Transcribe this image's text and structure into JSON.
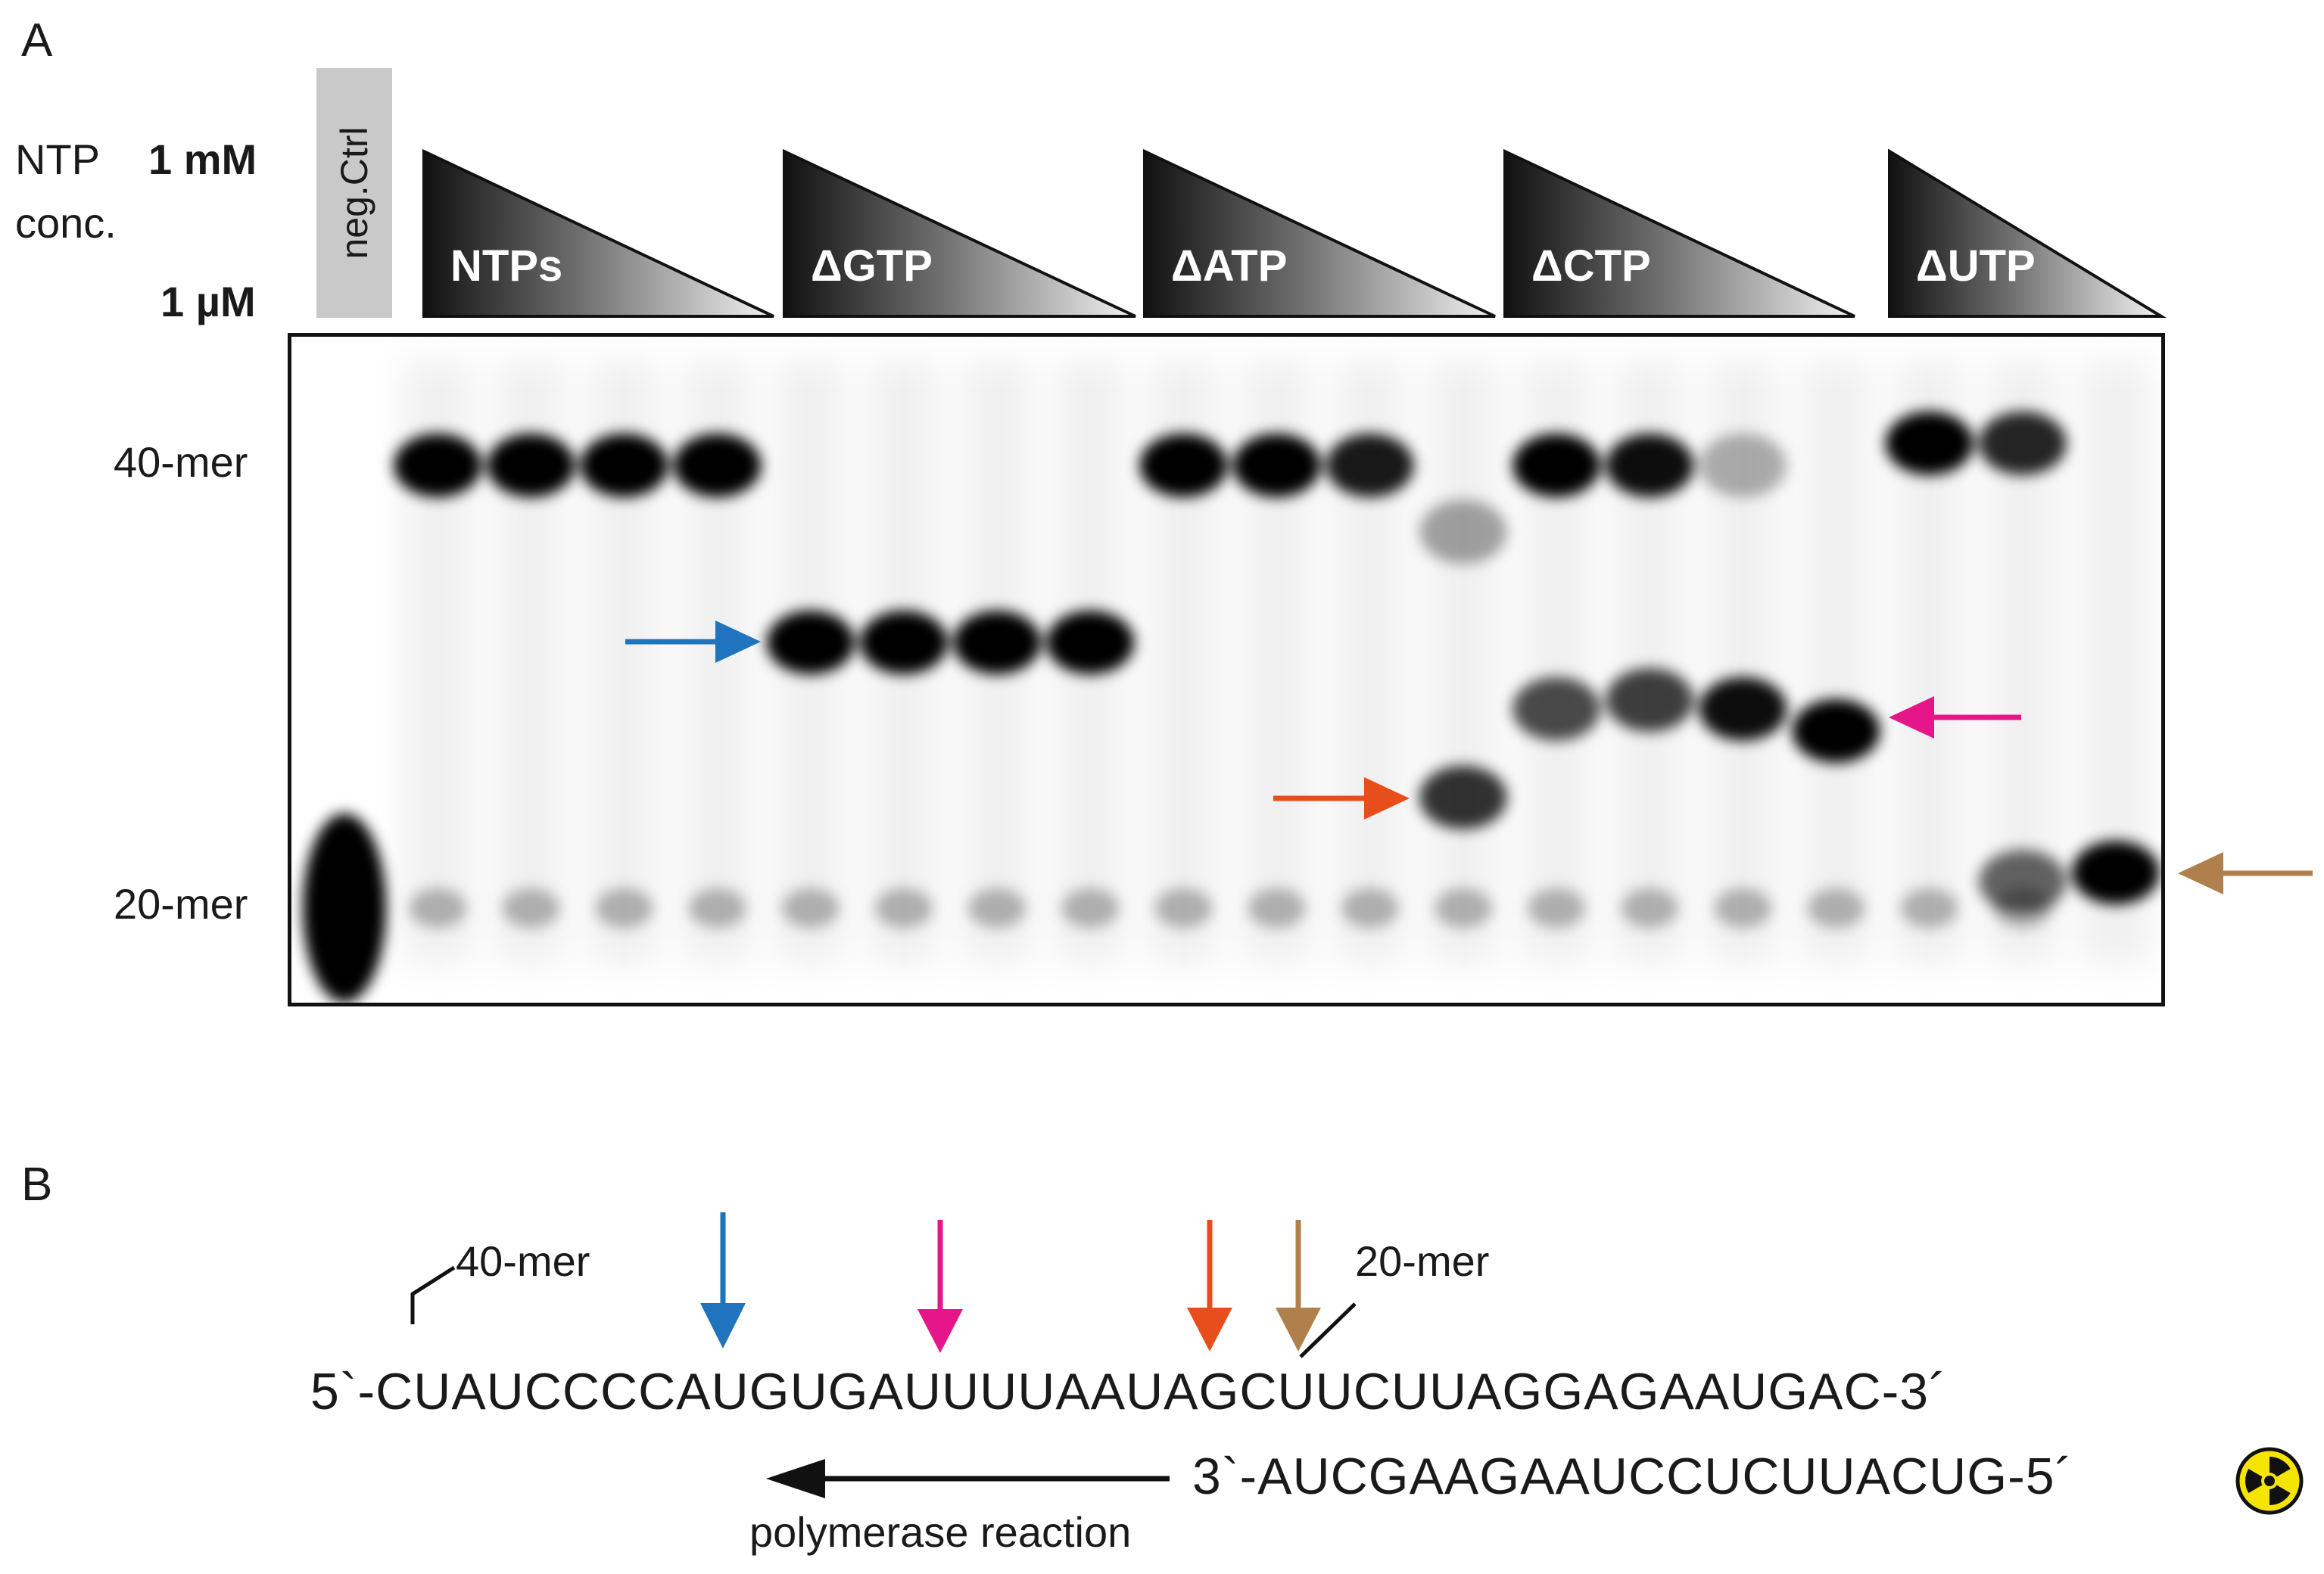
{
  "panels": {
    "a_label": "A",
    "b_label": "B"
  },
  "conc": {
    "label_line1": "NTP",
    "label_line2": "conc.",
    "high": "1 mM",
    "low": "1 µM"
  },
  "neg_ctrl_label": "neg.Ctrl",
  "conditions": [
    {
      "label": "NTPs"
    },
    {
      "label": "ΔGTP"
    },
    {
      "label": "ΔATP"
    },
    {
      "label": "ΔCTP"
    },
    {
      "label": "ΔUTP"
    }
  ],
  "markers": {
    "upper": "40-mer",
    "lower": "20-mer"
  },
  "colors": {
    "blue": "#1f74bd",
    "magenta": "#e5168a",
    "orange": "#e84e1b",
    "brown": "#b0804c"
  },
  "gel_bands": [
    {
      "lane": 0,
      "pos": 0.0,
      "intensity": 1.0,
      "big": true
    },
    {
      "lane": 1,
      "pos": 1.0,
      "intensity": 1.0
    },
    {
      "lane": 2,
      "pos": 1.0,
      "intensity": 1.0
    },
    {
      "lane": 3,
      "pos": 1.0,
      "intensity": 1.0
    },
    {
      "lane": 4,
      "pos": 1.0,
      "intensity": 1.0
    },
    {
      "lane": 5,
      "pos": 0.6,
      "intensity": 1.0
    },
    {
      "lane": 6,
      "pos": 0.6,
      "intensity": 1.0
    },
    {
      "lane": 7,
      "pos": 0.6,
      "intensity": 1.0
    },
    {
      "lane": 8,
      "pos": 0.6,
      "intensity": 1.0
    },
    {
      "lane": 9,
      "pos": 1.0,
      "intensity": 1.0
    },
    {
      "lane": 10,
      "pos": 1.0,
      "intensity": 1.0
    },
    {
      "lane": 11,
      "pos": 1.0,
      "intensity": 0.9
    },
    {
      "lane": 12,
      "pos": 0.25,
      "intensity": 0.8
    },
    {
      "lane": 12,
      "pos": 0.85,
      "intensity": 0.35
    },
    {
      "lane": 13,
      "pos": 1.0,
      "intensity": 1.0
    },
    {
      "lane": 13,
      "pos": 0.45,
      "intensity": 0.7
    },
    {
      "lane": 14,
      "pos": 1.0,
      "intensity": 0.95
    },
    {
      "lane": 14,
      "pos": 0.47,
      "intensity": 0.75
    },
    {
      "lane": 15,
      "pos": 1.0,
      "intensity": 0.3
    },
    {
      "lane": 15,
      "pos": 0.45,
      "intensity": 0.95
    },
    {
      "lane": 16,
      "pos": 0.4,
      "intensity": 1.0
    },
    {
      "lane": 17,
      "pos": 1.05,
      "intensity": 1.0
    },
    {
      "lane": 18,
      "pos": 1.05,
      "intensity": 0.85
    },
    {
      "lane": 18,
      "pos": 0.06,
      "intensity": 0.6
    },
    {
      "lane": 19,
      "pos": 0.08,
      "intensity": 1.0
    }
  ],
  "sequence": {
    "top_strand": "5`-CUAUCCCCAUGUGAUUUUAAUAGCUUCUUAGGAGAAUGAC-3´",
    "bottom_strand": "3`-AUCGAAGAAUCCUCUUACUG-5´",
    "label_40mer": "40-mer",
    "label_20mer": "20-mer",
    "polymerase_label": "polymerase reaction"
  },
  "icons": {
    "radioactive": "radiation-icon"
  }
}
